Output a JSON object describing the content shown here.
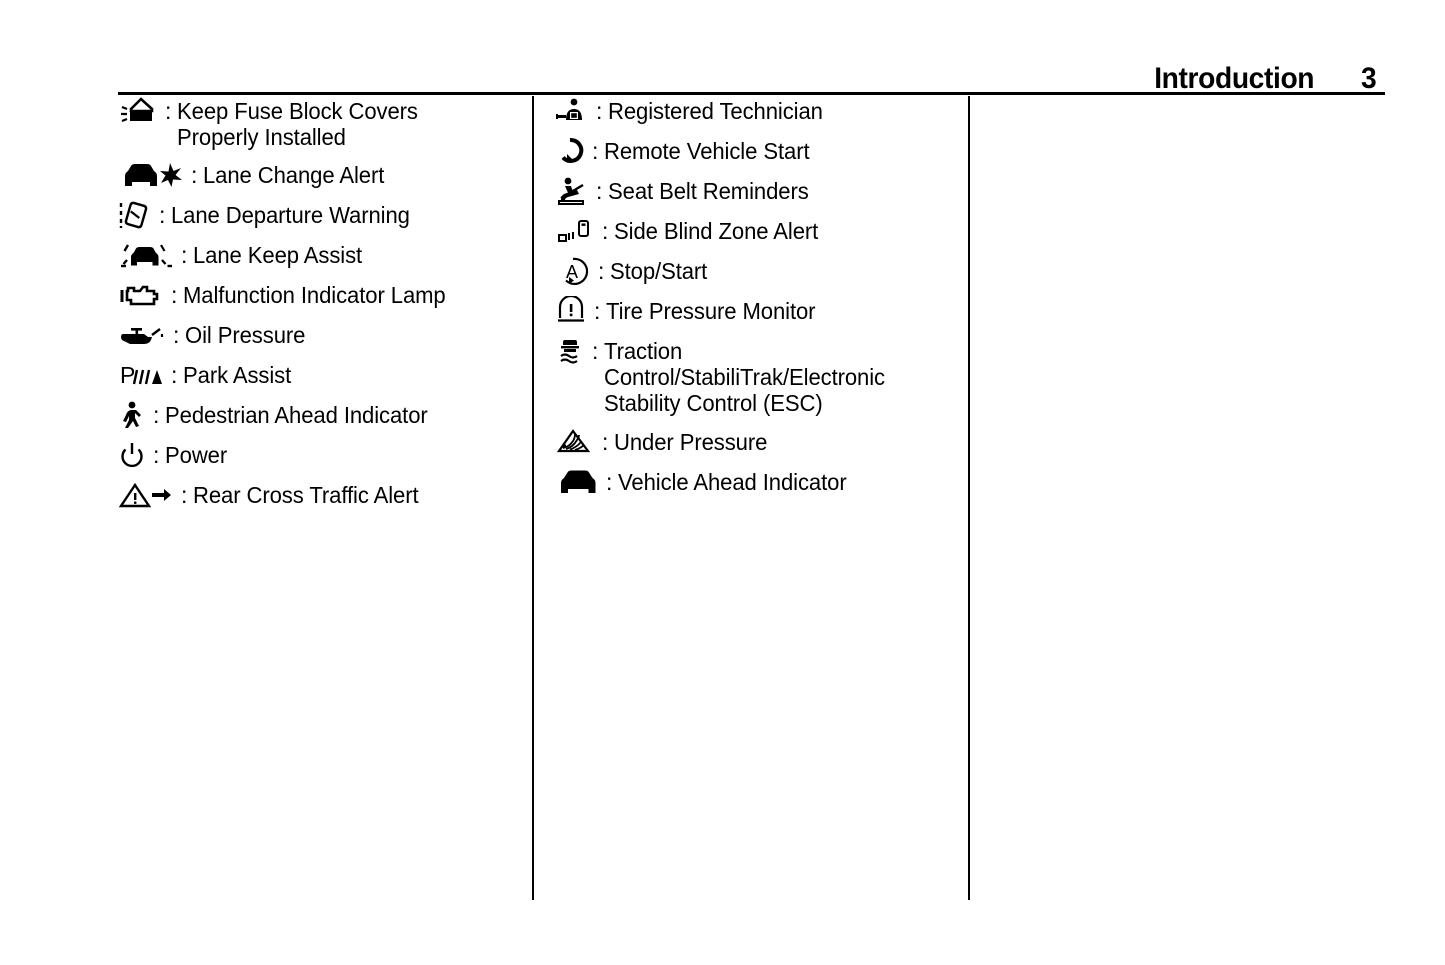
{
  "document": {
    "type": "vehicle-owner-manual-page",
    "header": {
      "section_title": "Introduction",
      "page_number": "3"
    },
    "colon_separator": ":"
  },
  "columns": {
    "left": {
      "items": [
        {
          "icon": "fuse-block-cover-icon",
          "label": "Keep Fuse Block Covers Properly Installed"
        },
        {
          "icon": "lane-change-alert-icon",
          "label": "Lane Change Alert"
        },
        {
          "icon": "lane-departure-warning-icon",
          "label": "Lane Departure Warning"
        },
        {
          "icon": "lane-keep-assist-icon",
          "label": "Lane Keep Assist"
        },
        {
          "icon": "malfunction-indicator-lamp-icon",
          "label": "Malfunction Indicator Lamp"
        },
        {
          "icon": "oil-pressure-icon",
          "label": "Oil Pressure"
        },
        {
          "icon": "park-assist-icon",
          "label": "Park Assist"
        },
        {
          "icon": "pedestrian-ahead-indicator-icon",
          "label": "Pedestrian Ahead Indicator"
        },
        {
          "icon": "power-icon",
          "label": "Power"
        },
        {
          "icon": "rear-cross-traffic-alert-icon",
          "label": "Rear Cross Traffic Alert"
        }
      ]
    },
    "middle": {
      "items": [
        {
          "icon": "registered-technician-icon",
          "label": "Registered Technician"
        },
        {
          "icon": "remote-vehicle-start-icon",
          "label": "Remote Vehicle Start"
        },
        {
          "icon": "seat-belt-reminders-icon",
          "label": "Seat Belt Reminders"
        },
        {
          "icon": "side-blind-zone-alert-icon",
          "label": "Side Blind Zone Alert"
        },
        {
          "icon": "stop-start-icon",
          "label": "Stop/Start"
        },
        {
          "icon": "tire-pressure-monitor-icon",
          "label": "Tire Pressure Monitor"
        },
        {
          "icon": "traction-control-icon",
          "label": "Traction Control/StabiliTrak/Electronic Stability Control (ESC)"
        },
        {
          "icon": "under-pressure-icon",
          "label": "Under Pressure"
        },
        {
          "icon": "vehicle-ahead-indicator-icon",
          "label": "Vehicle Ahead Indicator"
        }
      ]
    },
    "right": {
      "items": []
    }
  },
  "colors": {
    "ink": "#000000",
    "paper": "#ffffff"
  }
}
